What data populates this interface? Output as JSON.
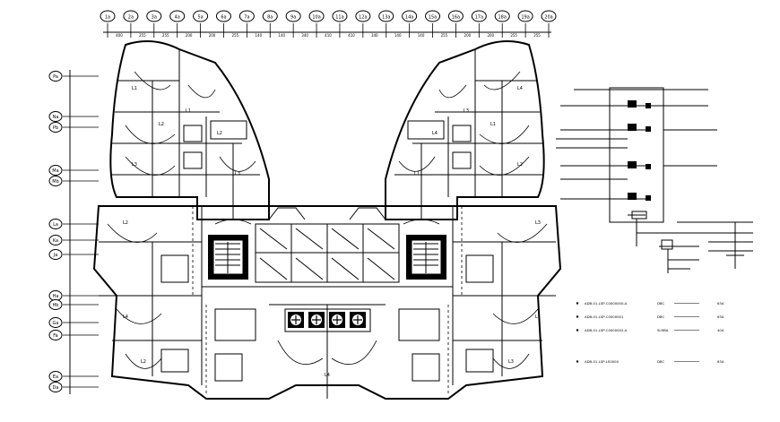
{
  "drawing": {
    "title": "",
    "colors": {
      "ink": "#000000",
      "paper": "#ffffff"
    }
  },
  "grid": {
    "top_bubbles": [
      "1a",
      "2a",
      "3a",
      "4a",
      "5a",
      "6a",
      "7a",
      "8a",
      "9a",
      "10a",
      "11a",
      "12a",
      "13a",
      "14a",
      "15a",
      "16a",
      "17a",
      "18a",
      "19a",
      "20a"
    ],
    "top_dims": [
      "400",
      "255",
      "255",
      "200",
      "200",
      "255",
      "140",
      "140",
      "340",
      "410",
      "410",
      "340",
      "140",
      "140",
      "255",
      "200",
      "200",
      "255",
      "255",
      "400"
    ],
    "left_bubbles": [
      "Pa",
      "Na",
      "Pb",
      "Ma",
      "Mb",
      "La",
      "Ka",
      "Ja",
      "Ha",
      "Hb",
      "Ga",
      "Fa",
      "Ea",
      "Da"
    ]
  },
  "plan": {
    "room_tags": [
      "L1",
      "L2",
      "L3",
      "L1",
      "L2",
      "L3",
      "L4",
      "L1",
      "L2",
      "L3",
      "L4",
      "L1",
      "L2",
      "L3",
      "L4",
      "L1",
      "L2",
      "L3",
      "L4"
    ]
  },
  "schematic": {
    "schedule": [
      {
        "id": "A1",
        "ref": "ADB-01-LSP-C0000000-A",
        "type": "DBC",
        "rating": "63A"
      },
      {
        "id": "A2",
        "ref": "ADB-01-LSP-C0000001",
        "type": "DBC",
        "rating": "63A"
      },
      {
        "id": "A3",
        "ref": "ADB-01-LSP-C0000002-A",
        "type": "SLRBA",
        "rating": "40A"
      },
      {
        "id": "A4",
        "ref": "ADB-01-LSP-LS0000",
        "type": "DBC",
        "rating": "63A"
      }
    ]
  }
}
